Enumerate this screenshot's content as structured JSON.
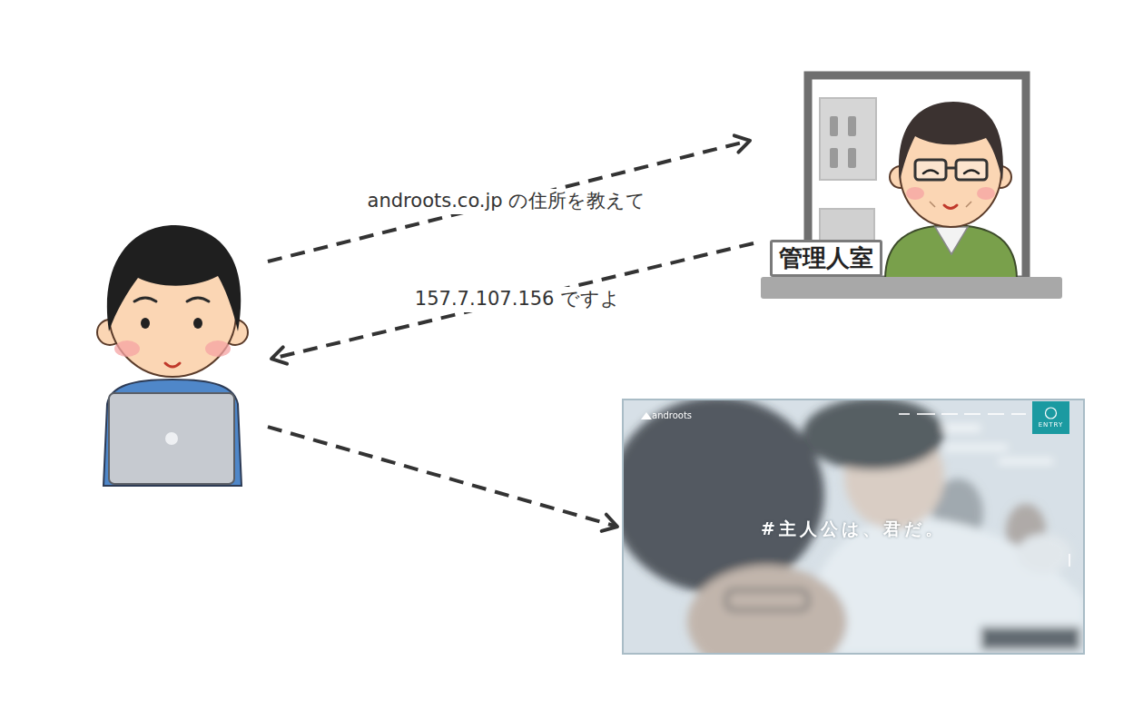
{
  "diagram": {
    "nodes": [
      {
        "text": []
      },
      {
        "text": [
          "管理人室"
        ]
      },
      {
        "text": [
          "androots",
          "ENTRY",
          "#主人公は、君だ。"
        ]
      }
    ],
    "edges": [
      {
        "from": 0,
        "to": 1,
        "arrow": "to",
        "label": "androots.co.jp の住所を教えて"
      },
      {
        "from": 1,
        "to": 0,
        "arrow": "to",
        "label": "157.7.107.156 ですよ"
      },
      {
        "from": 0,
        "to": 2,
        "arrow": "to"
      }
    ]
  }
}
